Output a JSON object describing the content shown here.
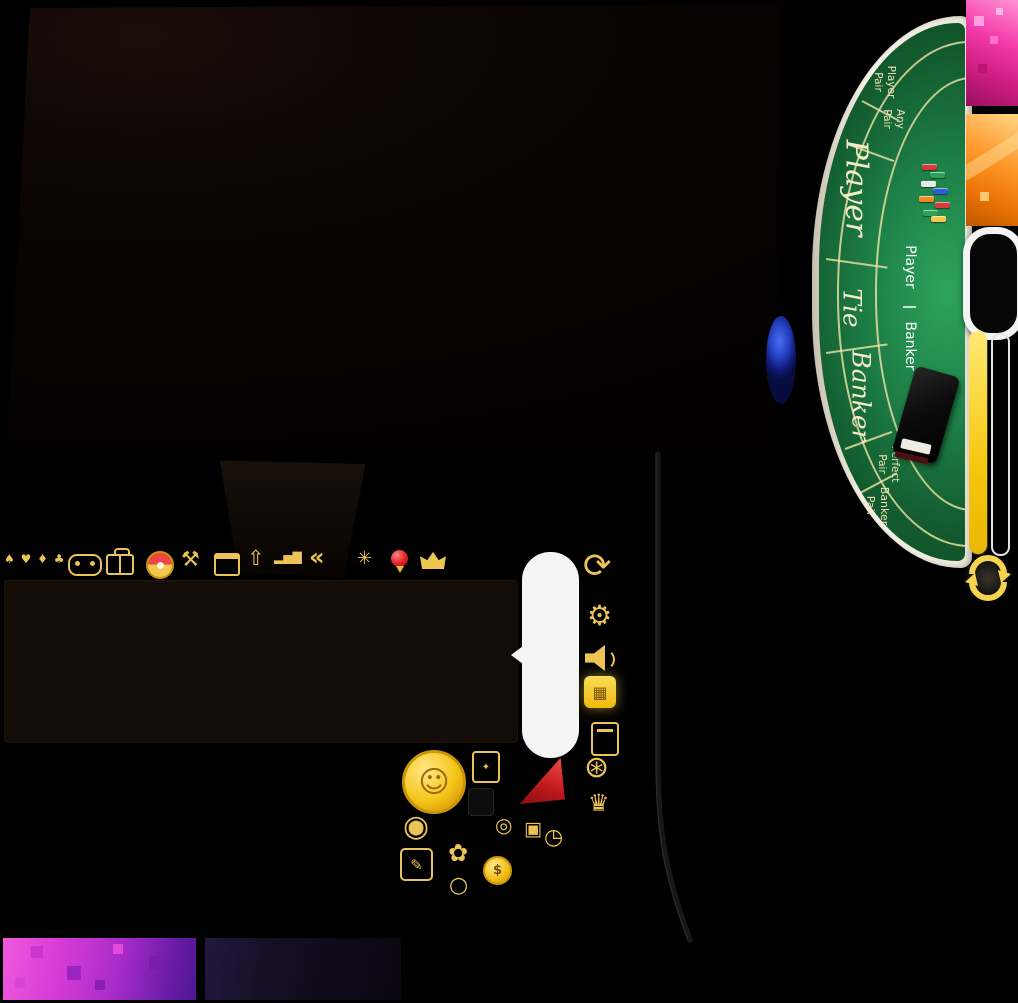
{
  "colors": {
    "gold": "#ecc455",
    "felt_green": "#1e8148",
    "magenta": "#f23aa8",
    "orange": "#ff9a2e",
    "slider_yellow": "#f6c70e",
    "pin_red": "#e02020"
  },
  "table": {
    "zones": [
      {
        "id": "player-pair",
        "label": "Player Pair"
      },
      {
        "id": "any-pair",
        "label": "Any Pair"
      },
      {
        "id": "player",
        "label": "Player"
      },
      {
        "id": "tie",
        "label": "Tie"
      },
      {
        "id": "banker",
        "label": "Banker"
      },
      {
        "id": "perfect-pair",
        "label": "Perfect Pair"
      },
      {
        "id": "banker-pair",
        "label": "Banker Pair"
      }
    ],
    "center": {
      "player": "Player",
      "banker": "Banker"
    }
  },
  "icons": {
    "mini_suits": "♠ ♥ ♦ ♣",
    "tools": "⚒",
    "rank_up": "⇧",
    "chart_bars": "▂▅▇",
    "back": "«",
    "sparkle": "✳",
    "reload": "⟳",
    "gear": "⚙",
    "grid": "▦",
    "chip": "⊛",
    "vip": "♛",
    "ring": "◎",
    "cam": "▣",
    "clock": "◷",
    "target": "◉",
    "edit": "✎",
    "flower": "✿",
    "dollar": "$",
    "smiley": "☺",
    "circle": "○",
    "spark_small": "✦"
  }
}
